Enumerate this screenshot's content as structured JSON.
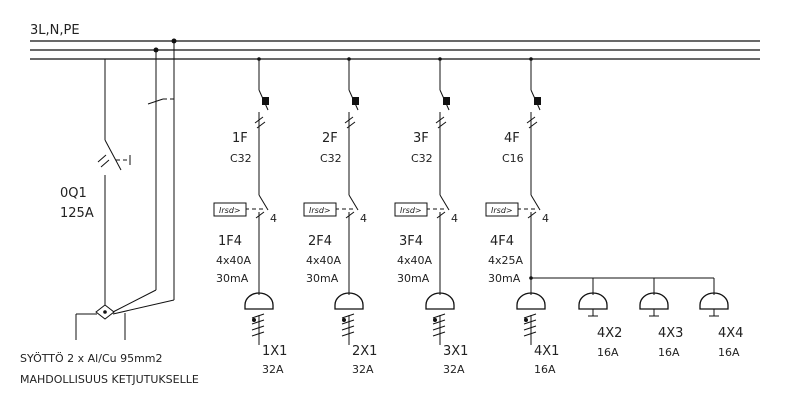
{
  "bus_label": "3L,N,PE",
  "main_switch": {
    "id": "0Q1",
    "rating": "125A"
  },
  "feed_note": {
    "line1": "SYÖTTÖ 2 x Al/Cu 95mm2",
    "line2": "MAHDOLLISUUS KETJUTUKSELLE"
  },
  "circuits": [
    {
      "breaker": "1F",
      "curve": "C32",
      "rcd_label": "Irsd>",
      "rcd_pole_num": "4",
      "rcd": "1F4",
      "rcd_rating": "4x40A",
      "sensitivity": "30mA",
      "outlet": "1X1",
      "outlet_rating": "32A"
    },
    {
      "breaker": "2F",
      "curve": "C32",
      "rcd_label": "Irsd>",
      "rcd_pole_num": "4",
      "rcd": "2F4",
      "rcd_rating": "4x40A",
      "sensitivity": "30mA",
      "outlet": "2X1",
      "outlet_rating": "32A"
    },
    {
      "breaker": "3F",
      "curve": "C32",
      "rcd_label": "Irsd>",
      "rcd_pole_num": "4",
      "rcd": "3F4",
      "rcd_rating": "4x40A",
      "sensitivity": "30mA",
      "outlet": "3X1",
      "outlet_rating": "32A"
    },
    {
      "breaker": "4F",
      "curve": "C16",
      "rcd_label": "Irsd>",
      "rcd_pole_num": "4",
      "rcd": "4F4",
      "rcd_rating": "4x25A",
      "sensitivity": "30mA",
      "outlet": "4X1",
      "outlet_rating": "16A"
    }
  ],
  "extra_outlets": [
    {
      "id": "4X2",
      "rating": "16A"
    },
    {
      "id": "4X3",
      "rating": "16A"
    },
    {
      "id": "4X4",
      "rating": "16A"
    }
  ]
}
